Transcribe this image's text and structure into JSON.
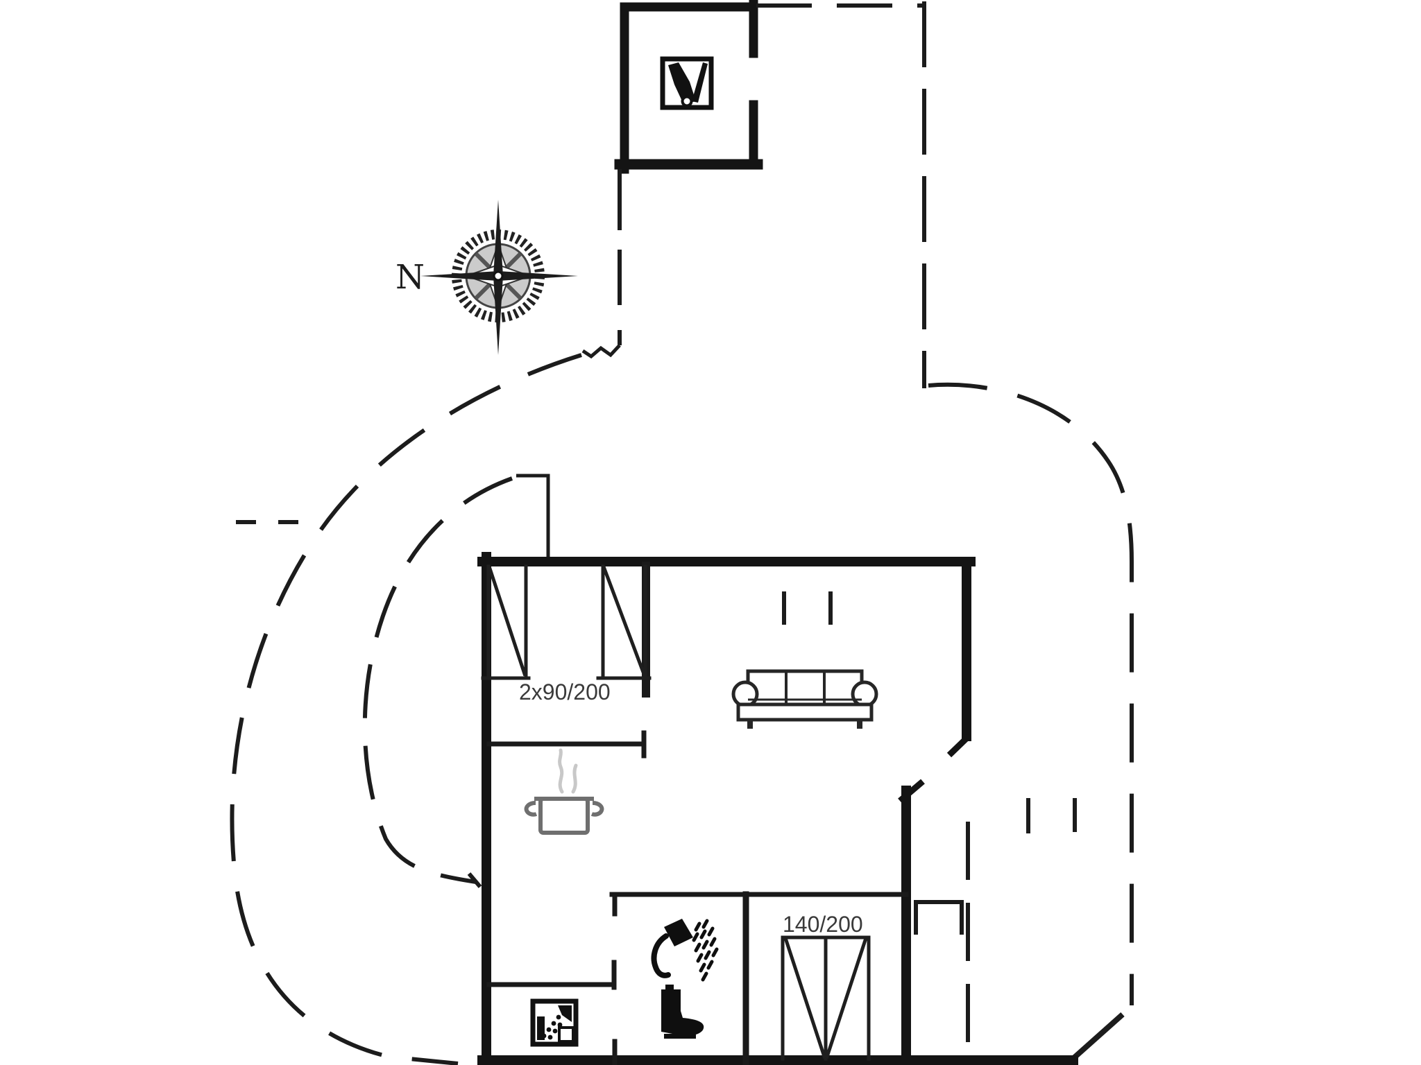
{
  "floorplan": {
    "type": "holiday-home floor plan with terrace outline",
    "compass_label": "N",
    "labels": {
      "single_beds": "2x90/200",
      "double_bed": "140/200"
    },
    "icons": [
      "compass-rose-icon",
      "shed-tools-icon",
      "sofa-icon",
      "cooking-pot-icon",
      "steam-icon",
      "shower-icon",
      "toilet-icon",
      "utility-appliance-icon",
      "single-bed-symbol",
      "double-bed-symbol",
      "cupboard-symbol",
      "door-swing-symbol"
    ],
    "colors": {
      "wall": "#141414",
      "interior_wall": "#1a1a1a",
      "dashed_boundary": "#1c1c1c",
      "label_text": "#3a3a3a",
      "pot_gray": "#6f6f6f",
      "steam_gray": "#c8c8c8",
      "compass_disc": "#cbcbcb",
      "background": "#ffffff"
    }
  }
}
